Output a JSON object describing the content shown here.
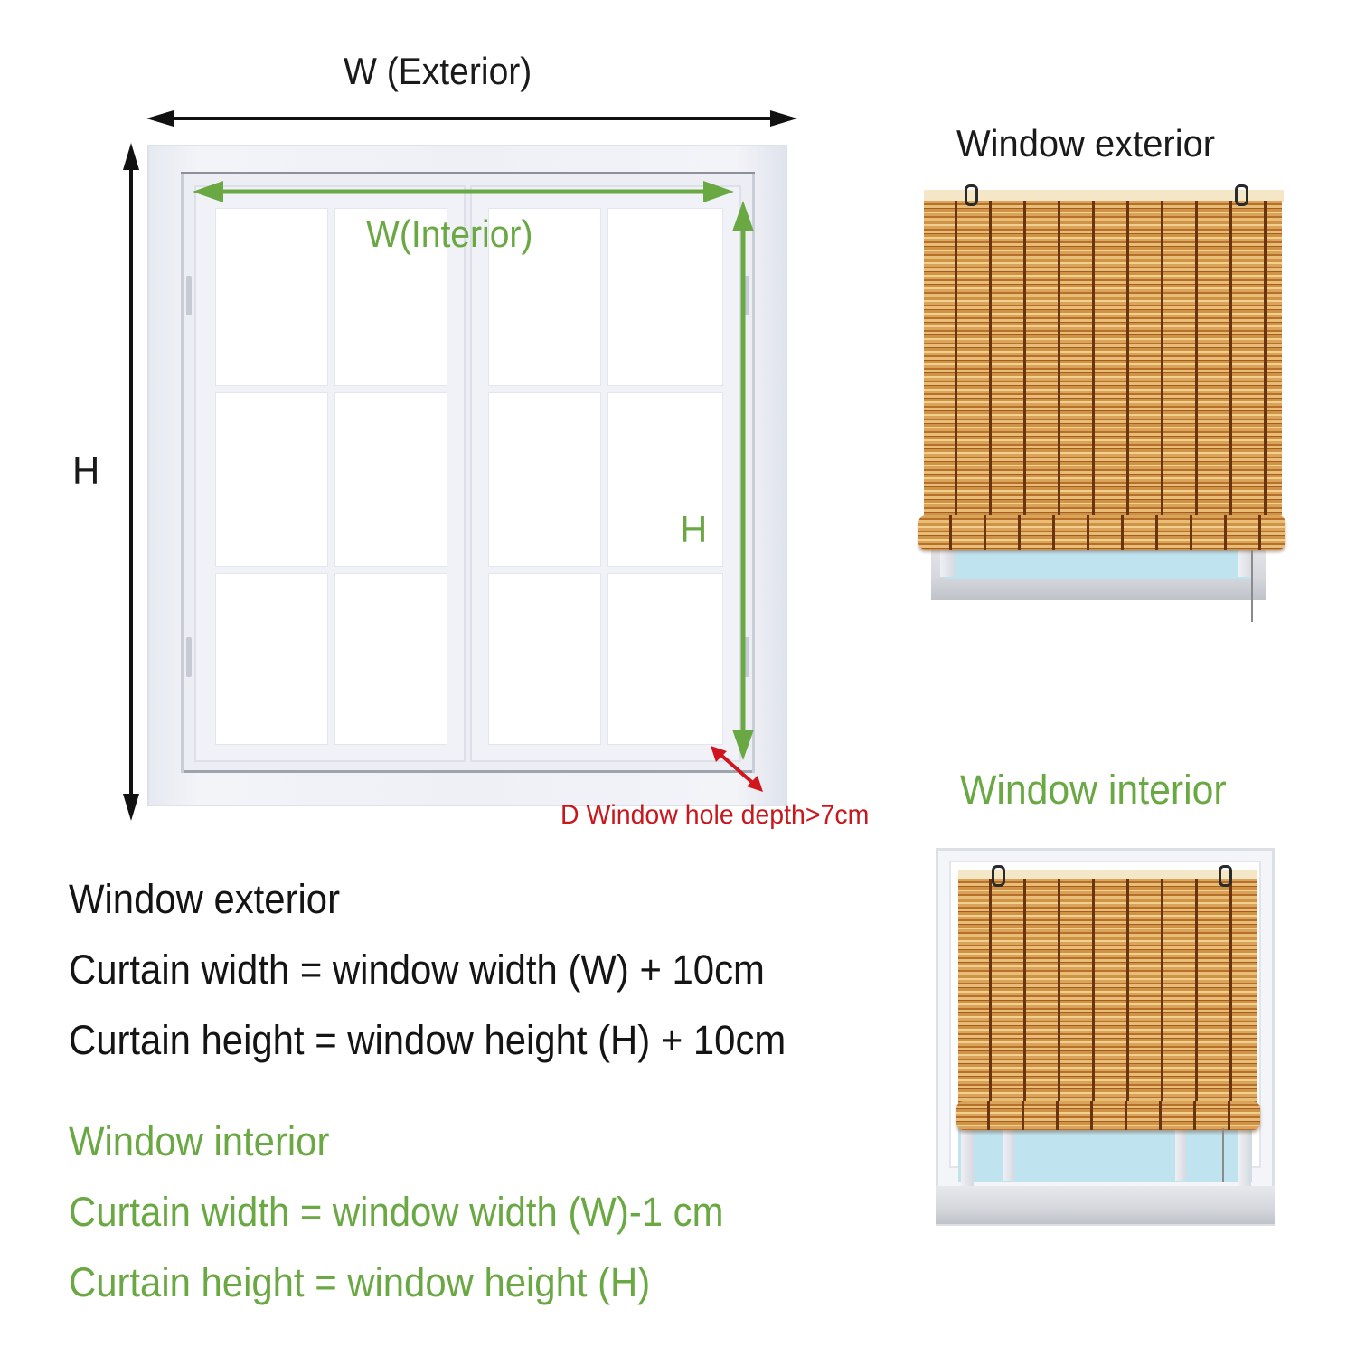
{
  "diagram": {
    "title_exterior_width": "W (Exterior)",
    "label_exterior_height": "H",
    "label_interior_width": "W(Interior)",
    "label_interior_height": "H",
    "label_depth": "D Window hole depth>7cm",
    "arrow_colors": {
      "exterior": "#111111",
      "interior": "#6aa843",
      "depth": "#d0151d"
    },
    "window": {
      "sashes": 2,
      "panes_per_sash": {
        "columns": 2,
        "rows": 3
      }
    }
  },
  "examples": [
    {
      "heading": "Window exterior",
      "heading_color": "#1a1a1a",
      "image": "reed-roll-up-blind-mounted-outside-window"
    },
    {
      "heading": "Window interior",
      "heading_color": "#6aa843",
      "image": "reed-roll-up-blind-mounted-inside-window-recess"
    }
  ],
  "formulas": {
    "exterior": {
      "heading": "Window exterior",
      "color": "#141414",
      "lines": [
        "Curtain width = window width (W) + 10cm",
        "Curtain height = window height (H) + 10cm"
      ]
    },
    "interior": {
      "heading": "Window interior",
      "color": "#6aa843",
      "lines": [
        "Curtain width = window width (W)-1 cm",
        "Curtain height = window height (H)"
      ]
    }
  }
}
